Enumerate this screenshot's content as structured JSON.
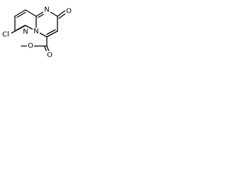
{
  "molecule": {
    "atoms": {
      "cl": "Cl",
      "n_pyridazine": "N",
      "n_bridge": "N",
      "n_pyrimidine": "N",
      "o_carbonyl": "O",
      "o_ester_carbonyl": "O",
      "o_ester_ether": "O"
    }
  },
  "colors": {
    "bond": "#000000",
    "background": "#ffffff"
  }
}
